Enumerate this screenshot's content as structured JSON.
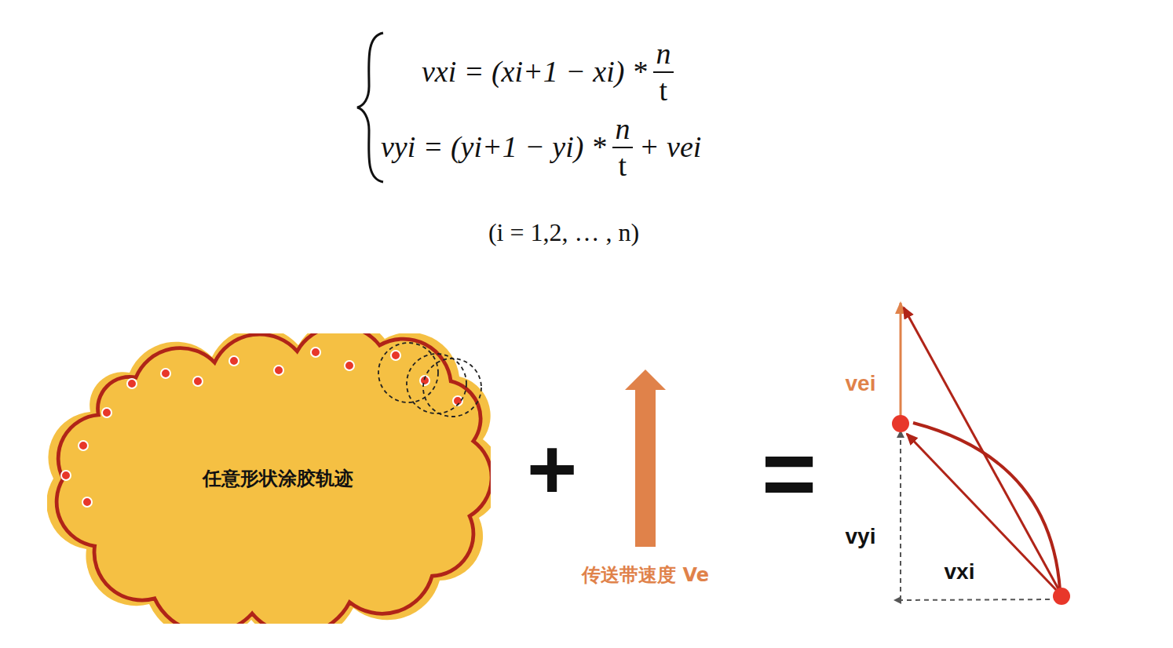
{
  "diagram": {
    "nodes": [
      {
        "text": [
          "任意形状涂胶轨迹"
        ]
      }
    ],
    "labels": [
      "vxi = (xi+1 − xi) *",
      "n",
      "t",
      "vyi = (yi+1 − yi) *",
      "n",
      "t",
      "+ vei",
      "(i = 1,2, … , n)",
      "+",
      "传送带速度 Ve",
      "=",
      "vei",
      "vyi",
      "vxi"
    ]
  }
}
